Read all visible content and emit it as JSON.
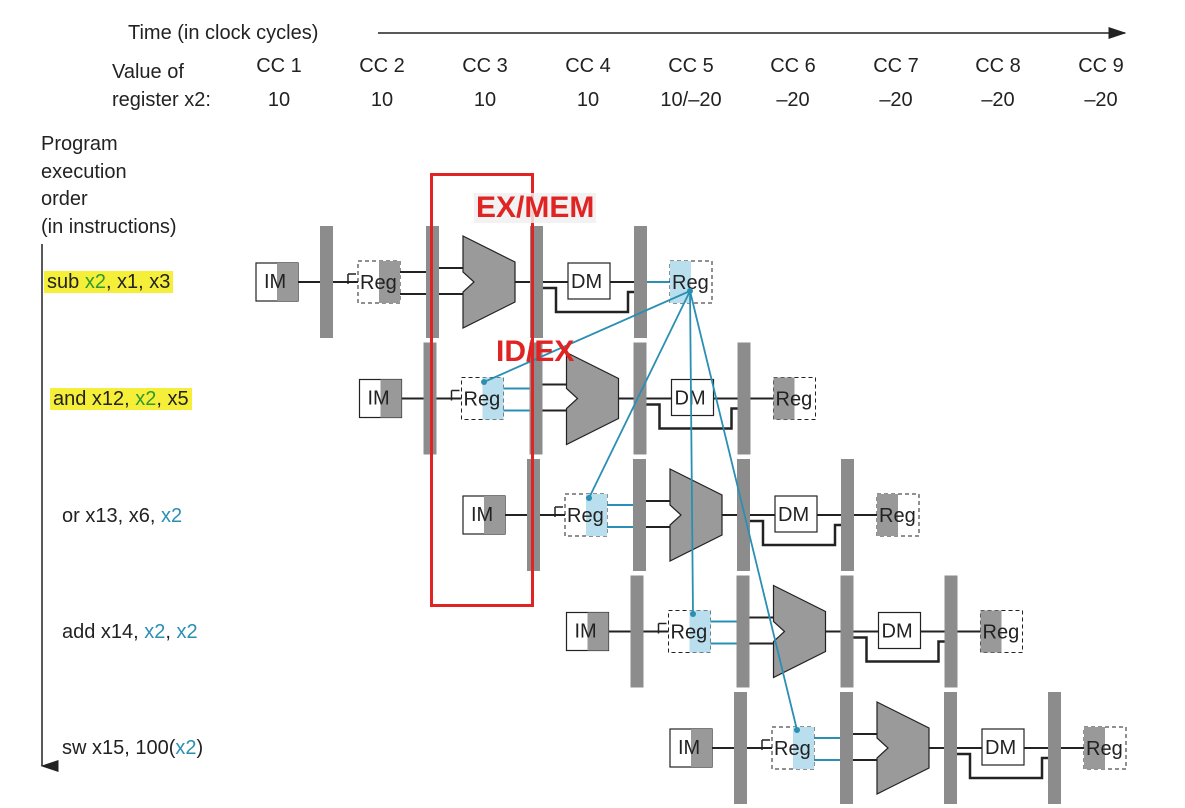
{
  "header": {
    "time_label": "Time (in clock cycles)",
    "value_label_line1": "Value of",
    "value_label_line2": "register x2:",
    "cycles": [
      {
        "label": "CC 1",
        "value": "10"
      },
      {
        "label": "CC 2",
        "value": "10"
      },
      {
        "label": "CC 3",
        "value": "10"
      },
      {
        "label": "CC 4",
        "value": "10"
      },
      {
        "label": "CC 5",
        "value": "10/–20"
      },
      {
        "label": "CC 6",
        "value": "–20"
      },
      {
        "label": "CC 7",
        "value": "–20"
      },
      {
        "label": "CC 8",
        "value": "–20"
      },
      {
        "label": "CC 9",
        "value": "–20"
      }
    ]
  },
  "order_label": [
    "Program",
    "execution",
    "order",
    "(in instructions)"
  ],
  "instructions": [
    {
      "parts": [
        "sub ",
        "x2",
        ", x1, x3"
      ],
      "highlighted": true
    },
    {
      "parts": [
        "and x12, ",
        "x2",
        ", x5"
      ],
      "highlighted": true
    },
    {
      "parts": [
        "or x13, x6, ",
        "x2"
      ],
      "highlighted": false
    },
    {
      "parts": [
        "add x14, ",
        "x2",
        ", ",
        "x2"
      ],
      "highlighted": false
    },
    {
      "parts": [
        "sw x15, 100(",
        "x2",
        ")"
      ],
      "highlighted": false
    }
  ],
  "stage_labels": {
    "im": "IM",
    "reg": "Reg",
    "dm": "DM"
  },
  "annotations": {
    "ex_mem": "EX/MEM",
    "id_ex": "ID/EX"
  },
  "colors": {
    "forward": "#2a8fb3",
    "highlight_box": "#e02424",
    "pipe_reg": "#8c8c8c",
    "reg_active": "#b9dfee"
  }
}
